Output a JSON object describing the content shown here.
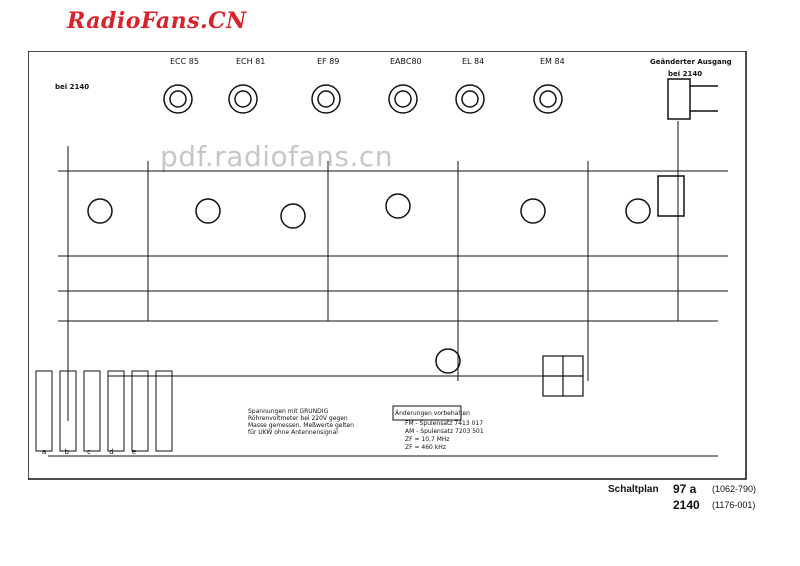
{
  "brand": "RadioFans.CN",
  "watermark": "pdf.radiofans.cn",
  "tubes": [
    {
      "label": "ECC 85"
    },
    {
      "label": "ECH 81"
    },
    {
      "label": "EF 89"
    },
    {
      "label": "EABC80"
    },
    {
      "label": "EL 84"
    },
    {
      "label": "EM 84"
    }
  ],
  "top_left_model": "bei 2140",
  "top_right_note_1": "Geänderter Ausgang",
  "top_right_note_2": "bei 2140",
  "notes": {
    "spannungen": "Spannungen mit GRUNDIG Röhrenvoltmeter bei 220V gegen Masse gemessen. Meßwerte gelten für UKW ohne Antennensignal",
    "aenderungen": "Änderungen vorbehalten",
    "fm_spule": "FM - Spulensatz  7413 017",
    "am_spule": "AM - Spulensatz  7203 501",
    "zf1": "ZF = 10,7 MHz",
    "zf2": "ZF = 460 kHz"
  },
  "bottom_row": "a    b    c    d    e",
  "schaltplan_label": "Schaltplan",
  "schaltplan_num": "97 a",
  "schaltplan_code": "(1062-790)",
  "model_num": "2140",
  "model_code": "(1176-001)"
}
